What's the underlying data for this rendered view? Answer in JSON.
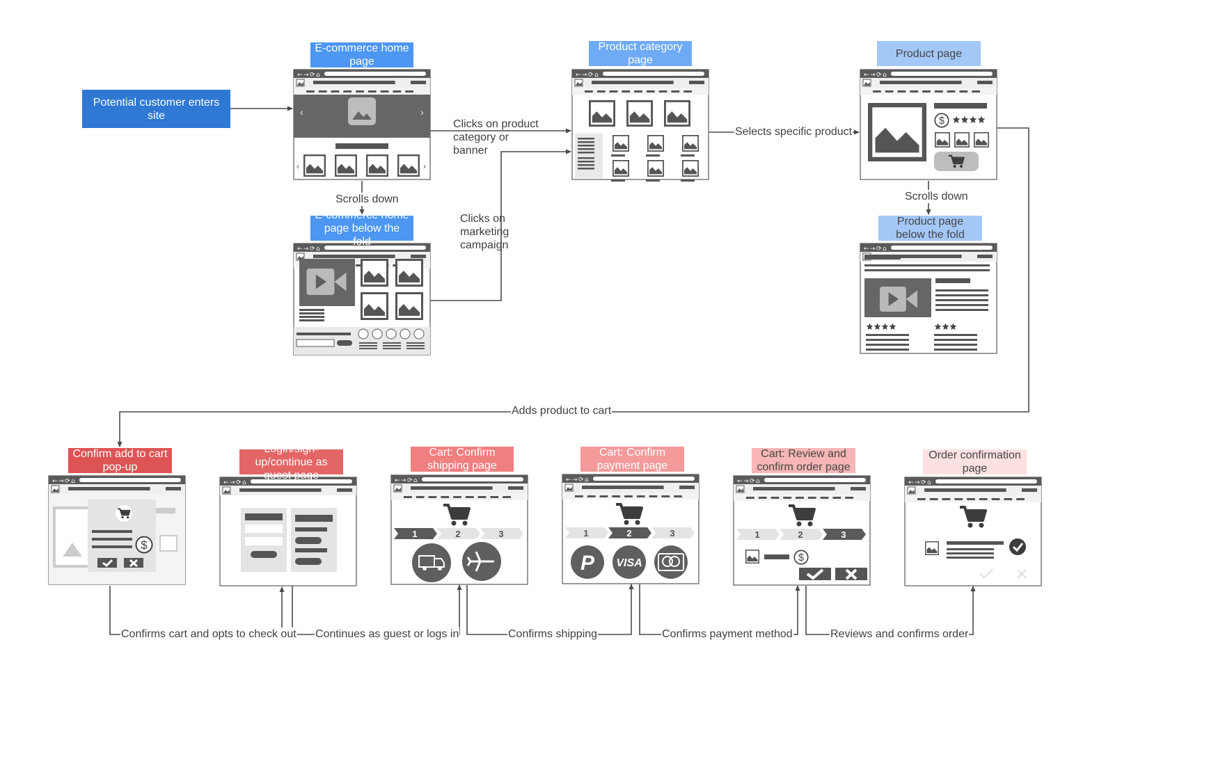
{
  "nodes": {
    "start": {
      "label": "Potential customer enters site",
      "color": "#2f78d4"
    },
    "home": {
      "label": "E-commerce home page",
      "color": "#4d96f2"
    },
    "home_below": {
      "label": "E-commerce home page below the fold",
      "color": "#4d96f2"
    },
    "category": {
      "label": "Product category page",
      "color": "#6eaaf6"
    },
    "product": {
      "label": "Product page",
      "color": "#a3c8f8"
    },
    "product_below": {
      "label": "Product page below the fold",
      "color": "#a3c8f8"
    },
    "confirm_popup": {
      "label": "Confirm add to cart pop-up",
      "color": "#dd5454"
    },
    "login": {
      "label": "Login/sign-up/continue as guest page",
      "color": "#e46565"
    },
    "shipping": {
      "label": "Cart: Confirm shipping page",
      "color": "#f07f7f"
    },
    "payment": {
      "label": "Cart: Confirm payment page",
      "color": "#f49a9a"
    },
    "review": {
      "label": "Cart: Review and confirm order page",
      "color": "#f8b6b6"
    },
    "order_conf": {
      "label": "Order confirmation page",
      "color": "#fde1e1"
    }
  },
  "edges": {
    "scrolls_down_home": "Scrolls down",
    "clicks_category": "Clicks on product category or banner",
    "clicks_marketing": "Clicks on marketing campaign",
    "selects_product": "Selects specific product",
    "scrolls_down_product": "Scrolls down",
    "adds_to_cart": "Adds product to cart",
    "confirms_cart": "Confirms cart and opts to check out",
    "continues_guest": "Continues as guest or logs in",
    "confirms_shipping": "Confirms shipping",
    "confirms_payment": "Confirms payment method",
    "reviews_order": "Reviews and confirms order"
  },
  "wireframes": {
    "checkout_steps": [
      "1",
      "2",
      "3"
    ],
    "card_brand": "VISA"
  },
  "colors": {
    "line": "#4a4a4a",
    "wire_dark": "#5f5f5f",
    "wire_light": "#e6e6e6",
    "wire_border": "#7a7a7a"
  }
}
